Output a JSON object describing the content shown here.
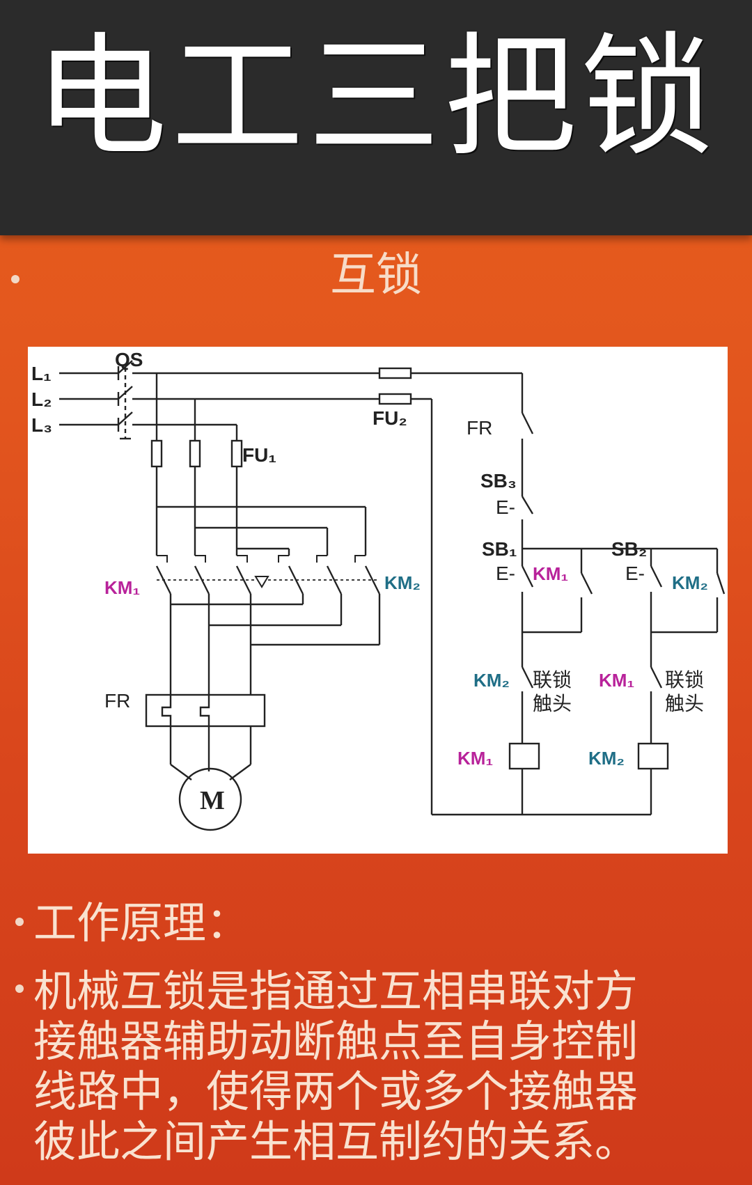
{
  "header": {
    "title": "电工三把锁"
  },
  "section": {
    "title": "互锁"
  },
  "diagram": {
    "labels": {
      "l1": "L₁",
      "l2": "L₂",
      "l3": "L₃",
      "qs": "QS",
      "fu1": "FU₁",
      "fu2": "FU₂",
      "km1": "KM₁",
      "km2": "KM₂",
      "fr": "FR",
      "sb3": "SB₃",
      "sb1": "SB₁",
      "sb2": "SB₂",
      "e": "E-",
      "interlock_1": "联锁",
      "interlock_2": "触头",
      "motor": "M"
    },
    "colors": {
      "km1": "#b8229a",
      "km2": "#1f6e86",
      "line": "#222222"
    }
  },
  "principle": {
    "heading": "工作原理：",
    "lines": [
      "机械互锁是指通过互相串联对方",
      "接触器辅助动断触点至自身控制",
      "线路中，使得两个或多个接触器",
      "彼此之间产生相互制约的关系。"
    ]
  }
}
